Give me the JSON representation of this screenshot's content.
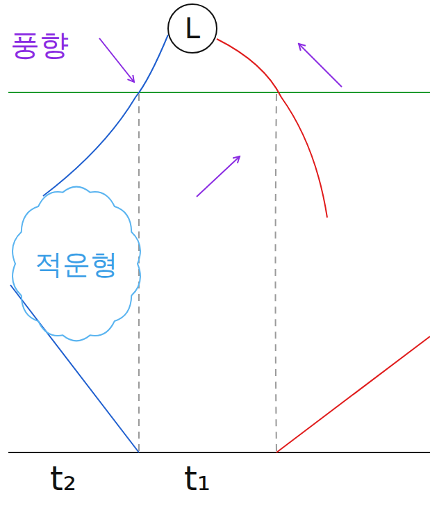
{
  "diagram": {
    "nodes": [
      {
        "text": [
          "L"
        ]
      },
      {
        "text": [
          "적운형"
        ]
      }
    ],
    "labels": [
      "풍향",
      "t₂",
      "t₁"
    ]
  }
}
